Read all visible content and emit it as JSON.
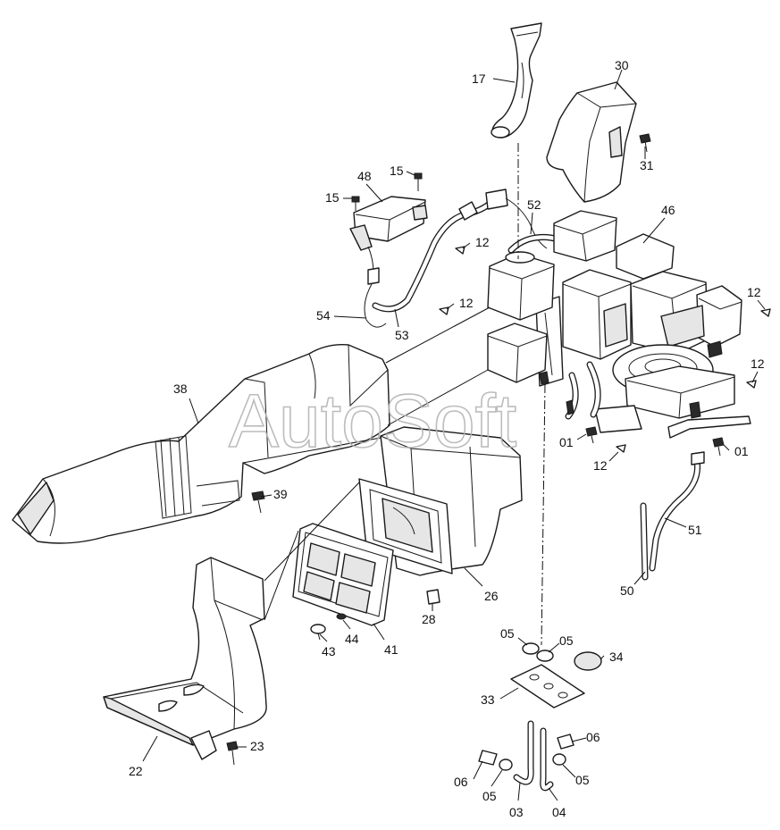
{
  "watermark": "AutoSoft",
  "callouts": [
    {
      "id": "c17",
      "text": "17"
    },
    {
      "id": "c30",
      "text": "30"
    },
    {
      "id": "c31",
      "text": "31"
    },
    {
      "id": "c15a",
      "text": "15"
    },
    {
      "id": "c15b",
      "text": "15"
    },
    {
      "id": "c48",
      "text": "48"
    },
    {
      "id": "c52",
      "text": "52"
    },
    {
      "id": "c46",
      "text": "46"
    },
    {
      "id": "c12a",
      "text": "12"
    },
    {
      "id": "c12b",
      "text": "12"
    },
    {
      "id": "c12c",
      "text": "12"
    },
    {
      "id": "c12d",
      "text": "12"
    },
    {
      "id": "c12e",
      "text": "12"
    },
    {
      "id": "c54",
      "text": "54"
    },
    {
      "id": "c53",
      "text": "53"
    },
    {
      "id": "c38",
      "text": "38"
    },
    {
      "id": "c39",
      "text": "39"
    },
    {
      "id": "c01a",
      "text": "01"
    },
    {
      "id": "c01b",
      "text": "01"
    },
    {
      "id": "c51",
      "text": "51"
    },
    {
      "id": "c50",
      "text": "50"
    },
    {
      "id": "c26",
      "text": "26"
    },
    {
      "id": "c28",
      "text": "28"
    },
    {
      "id": "c41",
      "text": "41"
    },
    {
      "id": "c44",
      "text": "44"
    },
    {
      "id": "c43",
      "text": "43"
    },
    {
      "id": "c05a",
      "text": "05"
    },
    {
      "id": "c05b",
      "text": "05"
    },
    {
      "id": "c34",
      "text": "34"
    },
    {
      "id": "c33",
      "text": "33"
    },
    {
      "id": "c06a",
      "text": "06"
    },
    {
      "id": "c06b",
      "text": "06"
    },
    {
      "id": "c05c",
      "text": "05"
    },
    {
      "id": "c05d",
      "text": "05"
    },
    {
      "id": "c03",
      "text": "03"
    },
    {
      "id": "c04",
      "text": "04"
    },
    {
      "id": "c22",
      "text": "22"
    },
    {
      "id": "c23",
      "text": "23"
    }
  ]
}
